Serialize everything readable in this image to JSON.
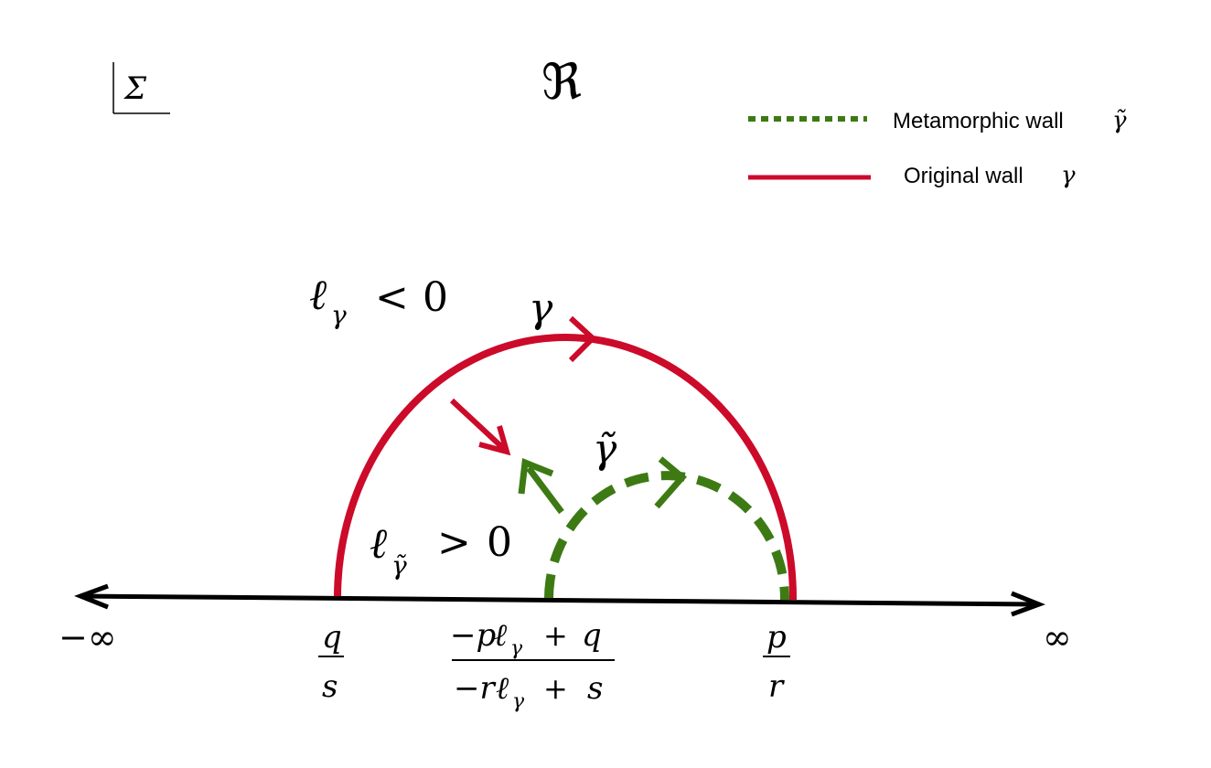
{
  "corner_label": "Σ",
  "title": "ℜ",
  "legend": {
    "metamorphic": {
      "label": "Metamorphic wall",
      "symbol": "γ̃"
    },
    "original": {
      "label": "Original wall",
      "symbol": "γ"
    }
  },
  "colors": {
    "original": "#cc0a2a",
    "metamorphic": "#3d7a14",
    "axis": "#000000"
  },
  "regions": {
    "outer": {
      "ell": "ℓ",
      "sub": "γ",
      "rel": "<",
      "val": "0"
    },
    "inner": {
      "ell": "ℓ",
      "sub": "γ̃",
      "rel": ">",
      "val": "0"
    }
  },
  "curve_labels": {
    "gamma": "γ",
    "gamma_tilde": "γ̃"
  },
  "axis": {
    "neg_inf": "−∞",
    "pos_inf": "∞",
    "q_s": {
      "num": "q",
      "den": "s"
    },
    "p_r": {
      "num": "p",
      "den": "r"
    },
    "mid": {
      "num": {
        "a": "−p",
        "ell": "ℓ",
        "sub": "γ",
        "b": "+",
        "c": "q"
      },
      "den": {
        "a": "−r",
        "ell": "ℓ",
        "sub": "γ",
        "b": "+",
        "c": "s"
      }
    }
  }
}
